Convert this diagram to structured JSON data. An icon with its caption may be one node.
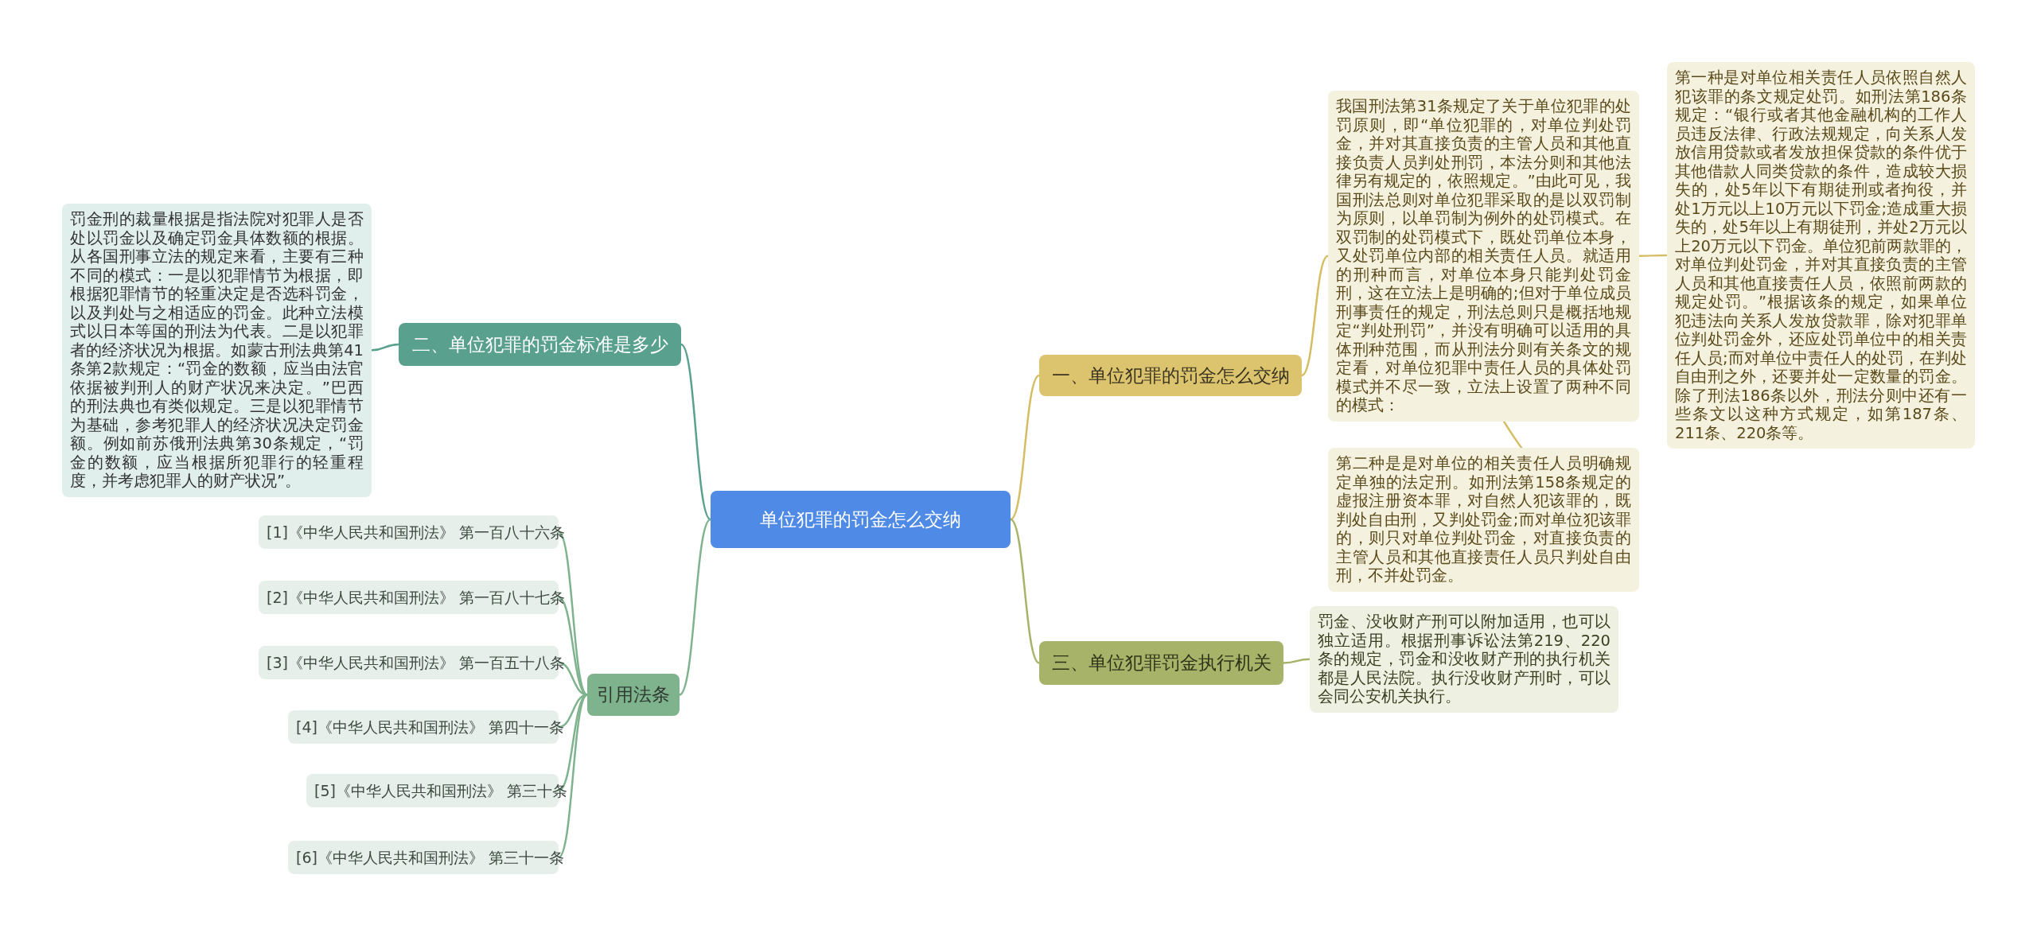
{
  "diagram": {
    "nodes": [
      {
        "text": [
          "单位犯罪的罚金怎么交纳"
        ]
      },
      {
        "text": [
          "二、单位犯罪的罚金标准是多少"
        ]
      },
      {
        "text": [
          "罚金刑的裁量根据是指法院对犯罪人是否处以罚金以及确定罚金具体数额的根据。从各国刑事立法的规定来看，主要有三种不同的模式：一是以犯罪情节为根据，即根据犯罪情节的轻重决定是否选科罚金，以及判处与之相适应的罚金。此种立法模式以日本等国的刑法为代表。二是以犯罪者的经济状况为根据。如蒙古刑法典第41条第2款规定：“罚金的数额，应当由法官依据被判刑人的财产状况来决定。”巴西的刑法典也有类似规定。三是以犯罪情节为基础，参考犯罪人的经济状况决定罚金额。例如前苏俄刑法典第30条规定，“罚金的数额，应当根据所犯罪行的轻重程度，并考虑犯罪人的财产状况”。"
        ]
      },
      {
        "text": [
          "引用法条"
        ]
      },
      {
        "text": [
          "[1]《中华人民共和国刑法》 第一百八十六条"
        ]
      },
      {
        "text": [
          "[2]《中华人民共和国刑法》 第一百八十七条"
        ]
      },
      {
        "text": [
          "[3]《中华人民共和国刑法》 第一百五十八条"
        ]
      },
      {
        "text": [
          "[4]《中华人民共和国刑法》 第四十一条"
        ]
      },
      {
        "text": [
          "[5]《中华人民共和国刑法》 第三十条"
        ]
      },
      {
        "text": [
          "[6]《中华人民共和国刑法》 第三十一条"
        ]
      },
      {
        "text": [
          "一、单位犯罪的罚金怎么交纳"
        ]
      },
      {
        "text": [
          "我国刑法第31条规定了关于单位犯罪的处罚原则，即“单位犯罪的，对单位判处罚金，并对其直接负责的主管人员和其他直接负责人员判处刑罚，本法分则和其他法律另有规定的，依照规定。”由此可见，我国刑法总则对单位犯罪采取的是以双罚制为原则，以单罚制为例外的处罚模式。在双罚制的处罚模式下，既处罚单位本身，又处罚单位内部的相关责任人员。就适用的刑种而言，对单位本身只能判处罚金刑，这在立法上是明确的;但对于单位成员刑事责任的规定，刑法总则只是概括地规定“判处刑罚”，并没有明确可以适用的具体刑种范围，而从刑法分则有关条文的规定看，对单位犯罪中责任人员的具体处罚模式并不尽一致，立法上设置了两种不同的模式："
        ]
      },
      {
        "text": [
          "第一种是对单位相关责任人员依照自然人犯该罪的条文规定处罚。如刑法第186条规定：“银行或者其他金融机构的工作人员违反法律、行政法规规定，向关系人发放信用贷款或者发放担保贷款的条件优于其他借款人同类贷款的条件，造成较大损失的，处5年以下有期徒刑或者拘役，并处1万元以上10万元以下罚金;造成重大损失的，处5年以上有期徒刑，并处2万元以上20万元以下罚金。单位犯前两款罪的，对单位判处罚金，并对其直接负责的主管人员和其他直接责任人员，依照前两款的规定处罚。”根据该条的规定，如果单位犯违法向关系人发放贷款罪，除对犯罪单位判处罚金外，还应处罚单位中的相关责任人员;而对单位中责任人的处罚，在判处自由刑之外，还要并处一定数量的罚金。除了刑法186条以外，刑法分则中还有一些条文以这种方式规定，如第187条、211条、220条等。"
        ]
      },
      {
        "text": [
          "第二种是是对单位的相关责任人员明确规定单独的法定刑。如刑法第158条规定的虚报注册资本罪，对自然人犯该罪的，既判处自由刑，又判处罚金;而对单位犯该罪的，则只对单位判处罚金，对直接负责的主管人员和其他直接责任人员只判处自由刑，不并处罚金。"
        ]
      },
      {
        "text": [
          "三、单位犯罪罚金执行机关"
        ]
      },
      {
        "text": [
          "罚金、没收财产刑可以附加适用，也可以独立适用。根据刑事诉讼法第219、220条的规定，罚金和没收财产刑的执行机关都是人民法院。执行没收财产刑时，可以会同公安机关执行。"
        ]
      }
    ],
    "edges": [
      {
        "from": 0,
        "to": 10,
        "arrow": "none",
        "color": "#d4bd62"
      },
      {
        "from": 0,
        "to": 14,
        "arrow": "none",
        "color": "#a8b36a"
      },
      {
        "from": 0,
        "to": 1,
        "arrow": "none",
        "color": "#5aa08e"
      },
      {
        "from": 0,
        "to": 3,
        "arrow": "none"
      },
      {
        "from": 10,
        "to": 11,
        "arrow": "none",
        "color": "#d4bd62"
      },
      {
        "from": 11,
        "to": 12,
        "arrow": "none",
        "color": "#d4bd62"
      },
      {
        "from": 11,
        "to": 13,
        "arrow": "none",
        "color": "#d4bd62"
      },
      {
        "from": 14,
        "to": 15,
        "arrow": "none",
        "color": "#a8b36a"
      },
      {
        "from": 1,
        "to": 2,
        "arrow": "none",
        "color": "#5aa08e"
      },
      {
        "from": 3,
        "to": 4,
        "arrow": "none"
      },
      {
        "from": 3,
        "to": 5,
        "arrow": "none"
      },
      {
        "from": 3,
        "to": 6,
        "arrow": "none"
      },
      {
        "from": 3,
        "to": 7,
        "arrow": "none"
      },
      {
        "from": 3,
        "to": 8,
        "arrow": "none"
      },
      {
        "from": 3,
        "to": 9,
        "arrow": "none"
      }
    ]
  }
}
